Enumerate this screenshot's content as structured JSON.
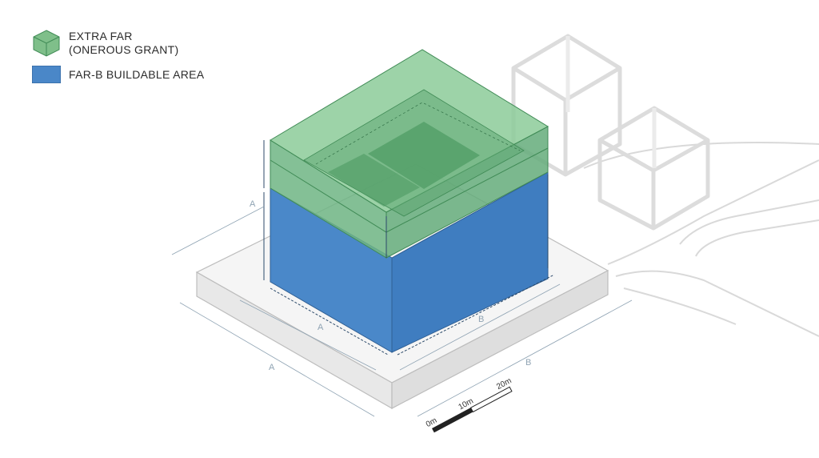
{
  "legend": {
    "extra_far": {
      "line1": "EXTRA FAR",
      "line2": "(ONEROUS GRANT)",
      "color": "#7fbf8a"
    },
    "far_b": {
      "label": "FAR-B BUILDABLE AREA",
      "color": "#4a87c8"
    }
  },
  "dimensions": {
    "inner_a": "A",
    "inner_b": "B",
    "outer_a": "A",
    "outer_b": "B",
    "height_a": "A"
  },
  "scale_bar": {
    "labels": [
      "0m",
      "10m",
      "20m"
    ]
  },
  "colors": {
    "blue_front": "#4a88c9",
    "blue_side": "#3f78b8",
    "green": "#6fb584",
    "green_top": "#8ccb99",
    "plinth": "#efefef",
    "wireframe": "#d9d9d9",
    "road": "#d6d6d6",
    "dimension": "#8fa3b3"
  }
}
